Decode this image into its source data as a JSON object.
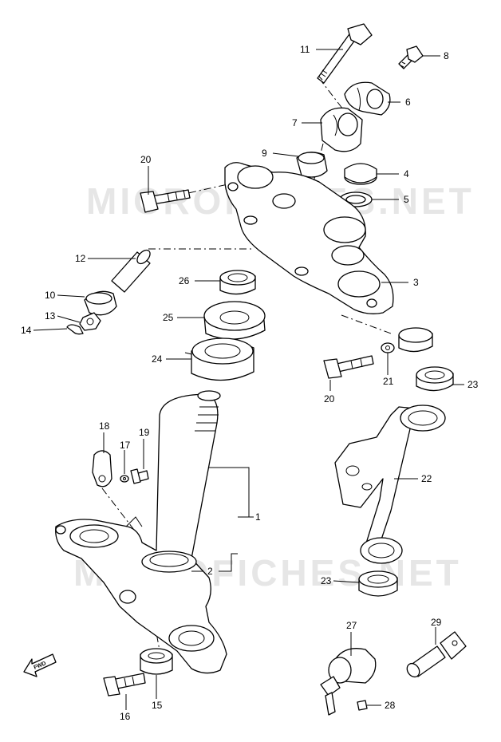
{
  "watermark": "MICROFICHES.NET",
  "fwd_label": "FWD",
  "parts": [
    {
      "id": "p1",
      "number": "1",
      "name": "steering stem"
    },
    {
      "id": "p2",
      "number": "2",
      "name": "dust seal"
    },
    {
      "id": "p3",
      "number": "3",
      "name": "upper bracket"
    },
    {
      "id": "p4",
      "number": "4",
      "name": "cap"
    },
    {
      "id": "p5",
      "number": "5",
      "name": "washer"
    },
    {
      "id": "p6",
      "number": "6",
      "name": "handlebar upper clamp"
    },
    {
      "id": "p7",
      "number": "7",
      "name": "handlebar lower holder"
    },
    {
      "id": "p8",
      "number": "8",
      "name": "clamp bolt"
    },
    {
      "id": "p9",
      "number": "9",
      "name": "cushion"
    },
    {
      "id": "p10",
      "number": "10",
      "name": "cushion"
    },
    {
      "id": "p11",
      "number": "11",
      "name": "holder bolt"
    },
    {
      "id": "p12",
      "number": "12",
      "name": "spacer"
    },
    {
      "id": "p13",
      "number": "13",
      "name": "nut"
    },
    {
      "id": "p14",
      "number": "14",
      "name": "cotter pin"
    },
    {
      "id": "p15",
      "number": "15",
      "name": "bushing"
    },
    {
      "id": "p16",
      "number": "16",
      "name": "bolt"
    },
    {
      "id": "p17",
      "number": "17",
      "name": "washer"
    },
    {
      "id": "p18",
      "number": "18",
      "name": "clamp"
    },
    {
      "id": "p19",
      "number": "19",
      "name": "screw"
    },
    {
      "id": "p20a",
      "number": "20",
      "name": "bracket bolt"
    },
    {
      "id": "p20b",
      "number": "20",
      "name": "bracket bolt"
    },
    {
      "id": "p21",
      "number": "21",
      "name": "washer"
    },
    {
      "id": "p22",
      "number": "22",
      "name": "bracket"
    },
    {
      "id": "p23a",
      "number": "23",
      "name": "grommet"
    },
    {
      "id": "p23b",
      "number": "23",
      "name": "grommet"
    },
    {
      "id": "p24",
      "number": "24",
      "name": "bearing"
    },
    {
      "id": "p25",
      "number": "25",
      "name": "dust seal"
    },
    {
      "id": "p26",
      "number": "26",
      "name": "stem nut"
    },
    {
      "id": "p27",
      "number": "27",
      "name": "steering lock"
    },
    {
      "id": "p28",
      "number": "28",
      "name": "screw"
    },
    {
      "id": "p29",
      "number": "29",
      "name": "lock key"
    }
  ]
}
